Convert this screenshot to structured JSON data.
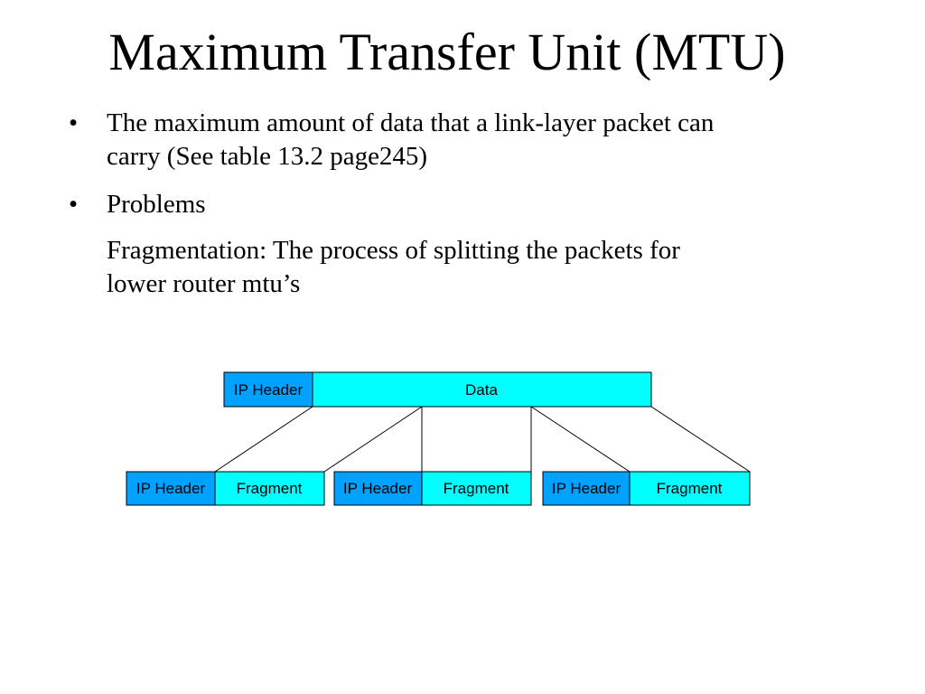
{
  "slide": {
    "title": "Maximum Transfer Unit (MTU)",
    "bullet_char": "•",
    "bullets": [
      {
        "lines": [
          "The maximum amount of data that a link-layer packet can",
          "carry (See table 13.2 page245)"
        ]
      },
      {
        "lines": [
          "Problems"
        ]
      }
    ],
    "sub_lines": [
      "Fragmentation: The  process of splitting the packets for",
      "lower router mtu’s"
    ]
  },
  "diagram": {
    "original": {
      "header_label": "IP Header",
      "data_label": "Data"
    },
    "fragments": [
      {
        "header_label": "IP Header",
        "fragment_label": "Fragment"
      },
      {
        "header_label": "IP Header",
        "fragment_label": "Fragment"
      },
      {
        "header_label": "IP Header",
        "fragment_label": "Fragment"
      }
    ],
    "colors": {
      "header_fill": "#00a2ff",
      "data_fill": "#00ffff",
      "stroke": "#000000"
    }
  }
}
